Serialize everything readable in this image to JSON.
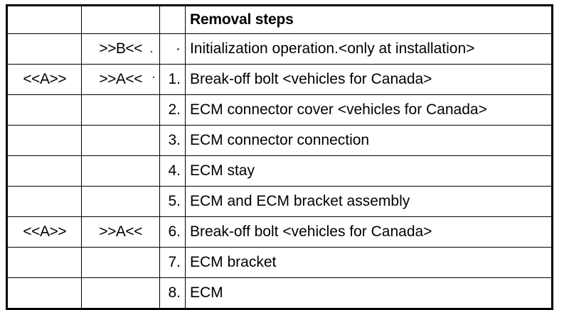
{
  "document": {
    "table": {
      "name": "removal-steps-table",
      "columns": [
        {
          "key": "mark_a",
          "header": ""
        },
        {
          "key": "mark_b",
          "header": ""
        },
        {
          "key": "number",
          "header": ""
        },
        {
          "key": "description",
          "header": "Removal steps"
        }
      ],
      "rows": [
        {
          "mark_a": "",
          "mark_b": "",
          "number": "",
          "description": "Removal steps",
          "is_header": true
        },
        {
          "mark_a": "",
          "mark_b": ">>B<<",
          "number": "·",
          "description": "Initialization operation.<only at installation>"
        },
        {
          "mark_a": "<<A>>",
          "mark_b": ">>A<<",
          "number": "1.",
          "description": "Break-off bolt <vehicles for Canada>"
        },
        {
          "mark_a": "",
          "mark_b": "",
          "number": "2.",
          "description": "ECM connector cover <vehicles for Canada>"
        },
        {
          "mark_a": "",
          "mark_b": "",
          "number": "3.",
          "description": "ECM connector connection"
        },
        {
          "mark_a": "",
          "mark_b": "",
          "number": "4.",
          "description": "ECM stay"
        },
        {
          "mark_a": "",
          "mark_b": "",
          "number": "5.",
          "description": "ECM and ECM bracket assembly"
        },
        {
          "mark_a": "<<A>>",
          "mark_b": ">>A<<",
          "number": "6.",
          "description": "Break-off bolt <vehicles for Canada>"
        },
        {
          "mark_a": "",
          "mark_b": "",
          "number": "7.",
          "description": "ECM bracket"
        },
        {
          "mark_a": "",
          "mark_b": "",
          "number": "8.",
          "description": "ECM"
        }
      ]
    },
    "colors": {
      "ink": "#000000",
      "paper": "#ffffff"
    }
  }
}
